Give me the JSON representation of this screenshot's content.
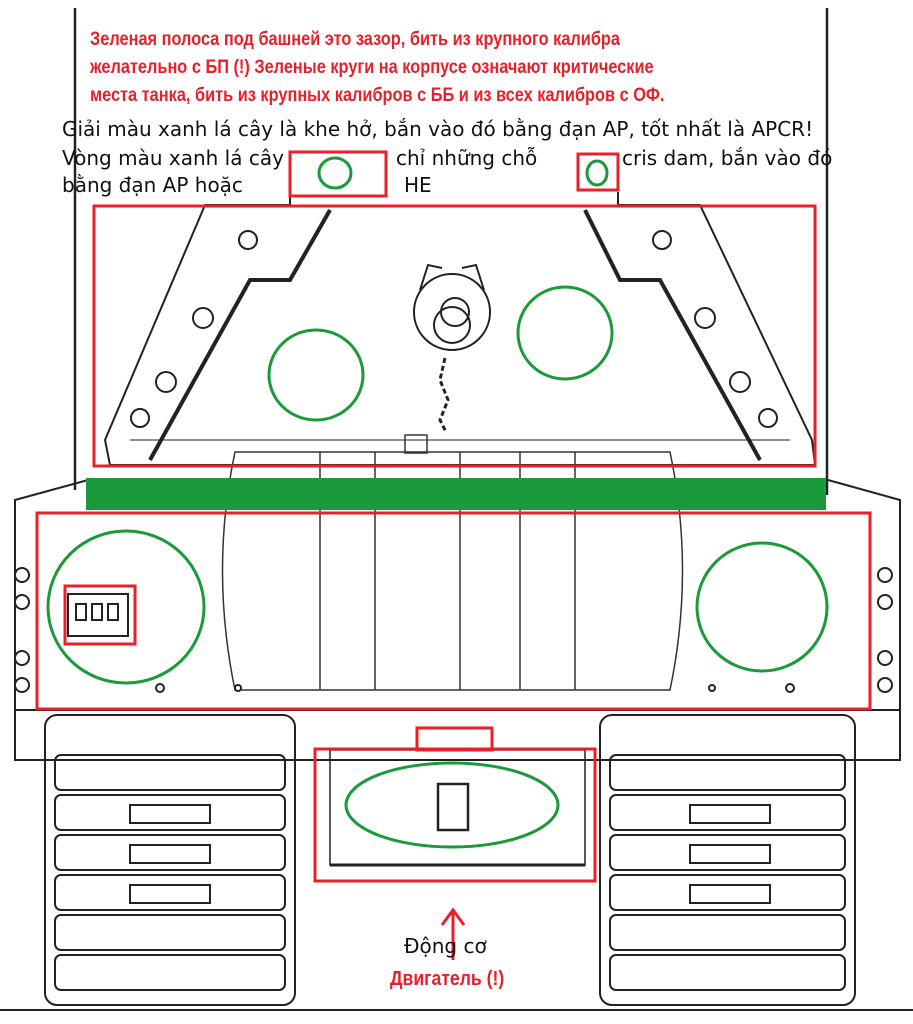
{
  "annotations": {
    "russian_lines": [
      "Зеленая полоса под башней это зазор, бить из крупного калибра",
      "желательно с БП (!) Зеленые круги на корпусе означают критические",
      "места танка, бить из крупных калибров с ББ и из всех калибров с ОФ."
    ],
    "vietnamese": {
      "line1": "Giải màu xanh lá cây là khe hở, bắn vào đó bằng đạn AP, tốt nhất là APCR!",
      "line2_a": "Vòng màu xanh lá cây",
      "line2_b": "chỉ những chỗ",
      "line2_c": "cris dam, bắn vào đó",
      "line3_a": "bằng đạn AP hoặc",
      "line3_b": "HE"
    }
  },
  "engine": {
    "label_vi": "Động cơ",
    "label_ru": "Двигатель (!)"
  },
  "colors": {
    "red": "#e8202a",
    "green": "#1a9a3a",
    "line": "#222222"
  }
}
